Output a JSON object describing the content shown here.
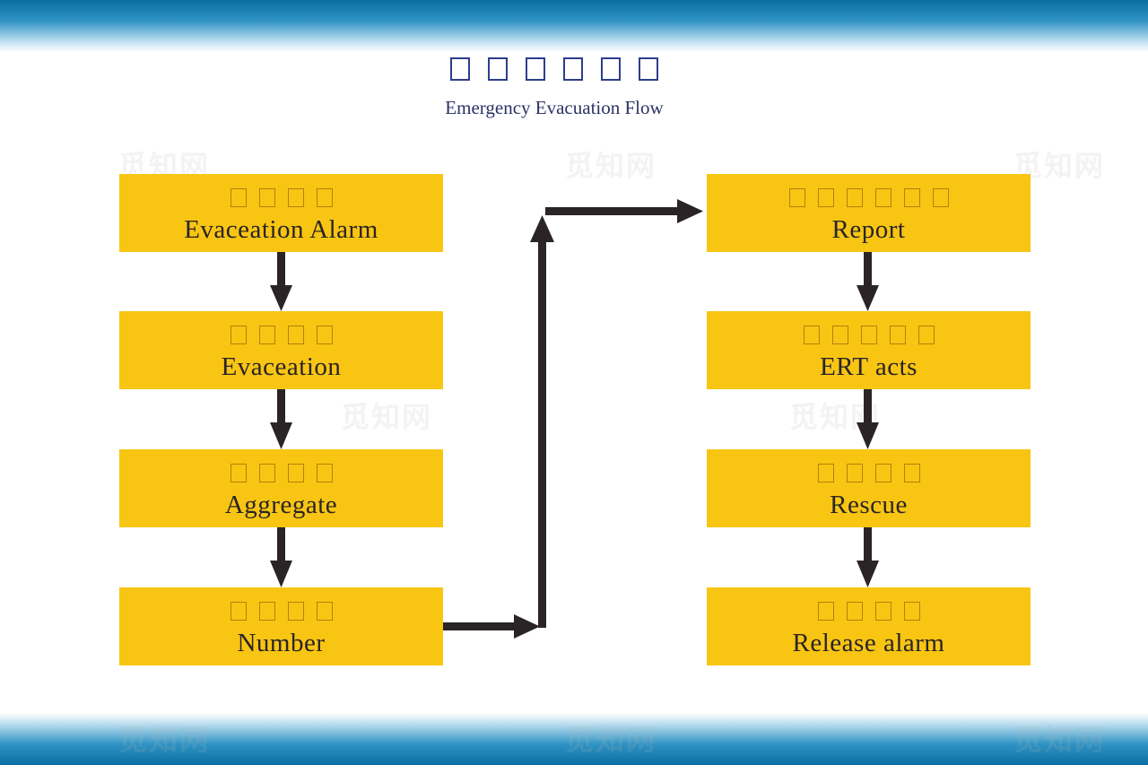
{
  "header": {
    "title_glyph_count": 6,
    "title_en": "Emergency Evacuation Flow"
  },
  "watermark_text": "觅知网",
  "left_column": [
    {
      "label": "Evaceation Alarm",
      "glyph_count": 4
    },
    {
      "label": "Evaceation",
      "glyph_count": 4
    },
    {
      "label": "Aggregate",
      "glyph_count": 4
    },
    {
      "label": "Number",
      "glyph_count": 4
    }
  ],
  "right_column": [
    {
      "label": "Report",
      "glyph_count": 6
    },
    {
      "label": "ERT acts",
      "glyph_count": 5
    },
    {
      "label": "Rescue",
      "glyph_count": 4
    },
    {
      "label": "Release alarm",
      "glyph_count": 4
    }
  ],
  "colors": {
    "box_fill": "#f8c513",
    "arrow": "#2a2426",
    "title": "#2c3366",
    "band": "#0a6ea3"
  }
}
